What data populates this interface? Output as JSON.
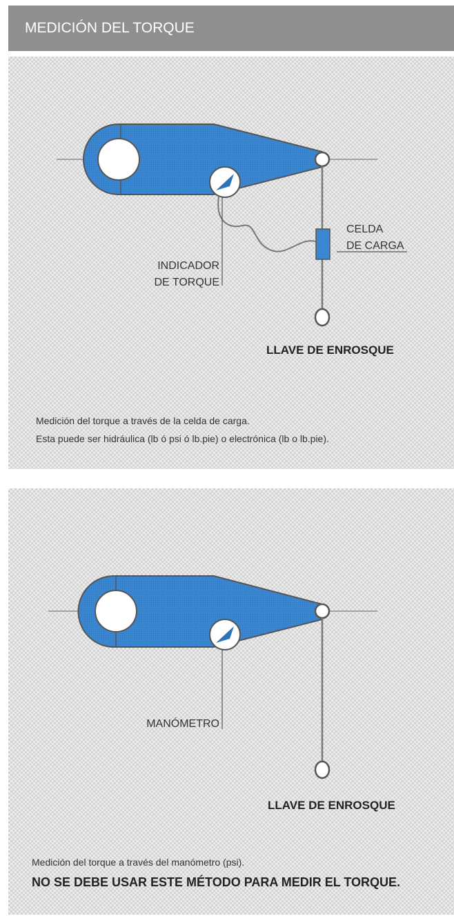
{
  "header": {
    "title": "MEDICIÓN DEL TORQUE"
  },
  "diagram1": {
    "label_load_cell_line1": "CELDA",
    "label_load_cell_line2": "DE CARGA",
    "label_indicator_line1": "INDICADOR",
    "label_indicator_line2": "DE TORQUE",
    "label_wrench": "LLAVE DE ENROSQUE",
    "caption_line1": "Medición del torque a través de la celda de carga.",
    "caption_line2": "Esta puede ser hidráulica (lb ó psi ó lb.pie) o electrónica (lb o lb.pie)."
  },
  "diagram2": {
    "label_gauge": "MANÓMETRO",
    "label_wrench": "LLAVE DE ENROSQUE",
    "caption_line1": "Medición del torque a través del manómetro (psi).",
    "warning": "NO SE DEBE USAR ESTE MÉTODO PARA MEDIR EL TORQUE."
  },
  "colors": {
    "arm_fill": "#3a86d0",
    "header_bg": "#8f8f8f"
  }
}
